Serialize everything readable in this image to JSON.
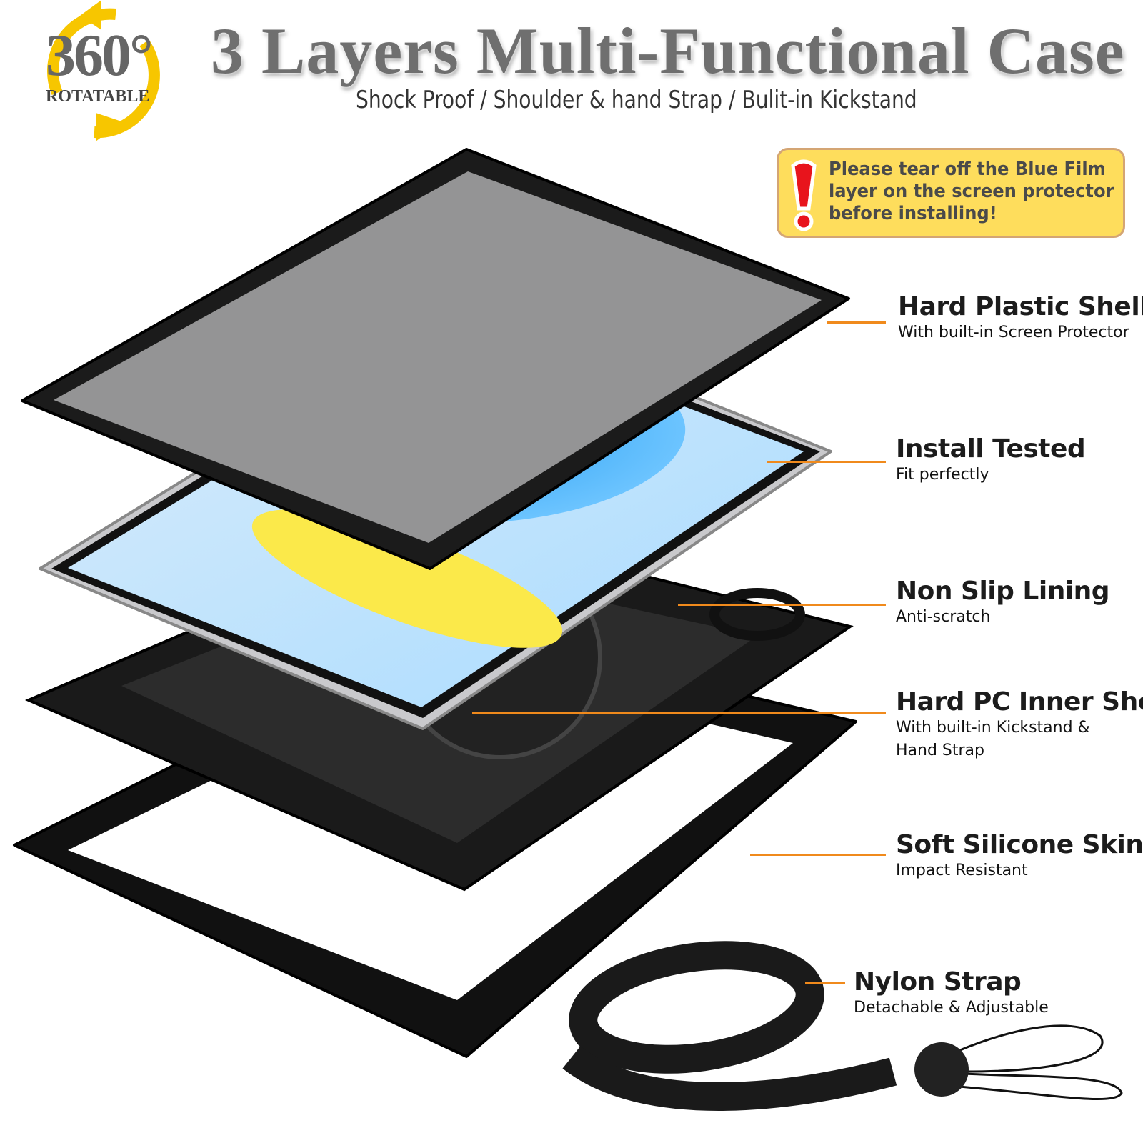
{
  "header": {
    "title": "3 Layers Multi-Functional Case",
    "subtitle": "Shock Proof / Shoulder & hand Strap / Bulit-in Kickstand"
  },
  "logo": {
    "degrees": "360°",
    "label": "ROTATABLE",
    "arrow_color": "#f7c600"
  },
  "notice": {
    "text_lines": [
      "Please tear off the Blue Film",
      "layer on the screen protector",
      "before installing!"
    ],
    "icon": "exclamation-icon",
    "background": "#fedd5c",
    "icon_color": "#e8141c"
  },
  "features": [
    {
      "title": "Hard Plastic Shells",
      "desc": [
        "With built-in Screen Protector"
      ]
    },
    {
      "title": "Install Tested",
      "desc": [
        "Fit perfectly"
      ]
    },
    {
      "title": "Non Slip Lining",
      "desc": [
        "Anti-scratch"
      ]
    },
    {
      "title": "Hard PC Inner Shell",
      "desc": [
        "With built-in Kickstand &",
        "Hand Strap"
      ]
    },
    {
      "title": "Soft Silicone Skin",
      "desc": [
        "Impact Resistant"
      ]
    },
    {
      "title": "Nylon Strap",
      "desc": [
        "Detachable & Adjustable"
      ]
    }
  ],
  "leader_color": "#f08a1c"
}
